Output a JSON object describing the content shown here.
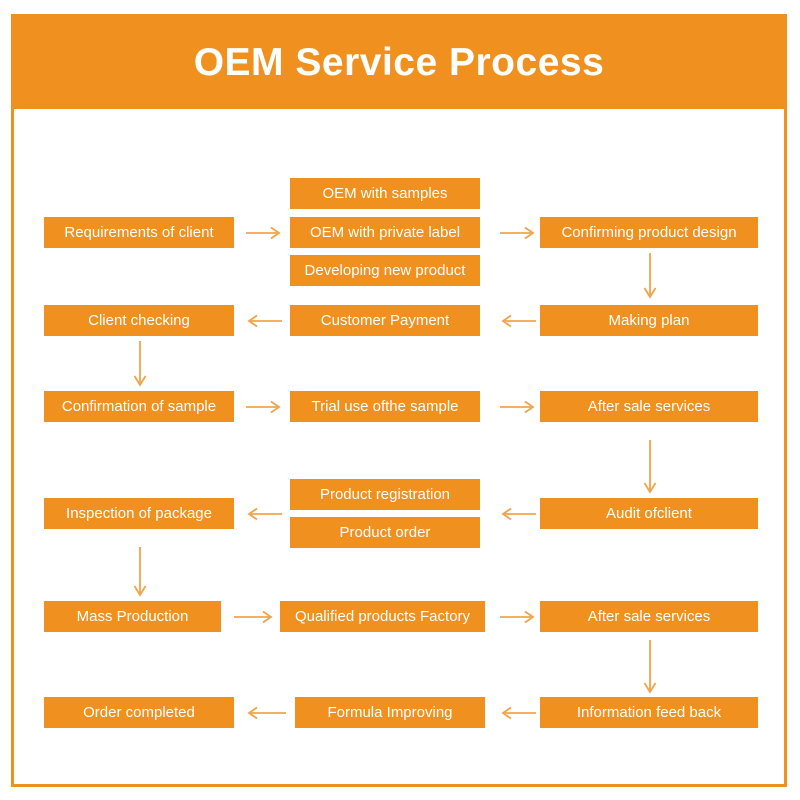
{
  "header": {
    "title": "OEM Service Process"
  },
  "colors": {
    "accent": "#F0911F",
    "arrow": "#F0A44A",
    "box_text": "#FFFFFF",
    "background": "#FFFFFF"
  },
  "flowchart": {
    "type": "process-flow",
    "direction": "serpentine",
    "rows": [
      {
        "row": 1,
        "flow": "left-to-right",
        "nodes": [
          "Requirements of client",
          "OEM with samples",
          "OEM with private label",
          "Developing new product",
          "Confirming product design"
        ]
      },
      {
        "row": 2,
        "flow": "right-to-left",
        "nodes": [
          "Making plan",
          "Customer Payment",
          "Client checking"
        ]
      },
      {
        "row": 3,
        "flow": "left-to-right",
        "nodes": [
          "Confirmation of sample",
          "Trial use ofthe sample",
          "After sale services"
        ]
      },
      {
        "row": 4,
        "flow": "right-to-left",
        "nodes": [
          "Audit ofclient",
          "Product registration",
          "Product order",
          "Inspection of package"
        ]
      },
      {
        "row": 5,
        "flow": "left-to-right",
        "nodes": [
          "Mass Production",
          "Qualified products Factory",
          "After sale services"
        ]
      },
      {
        "row": 6,
        "flow": "right-to-left",
        "nodes": [
          "Information feed back",
          "Formula Improving",
          "Order completed"
        ]
      }
    ]
  },
  "nodes": {
    "requirements_of_client": "Requirements of client",
    "oem_with_samples": "OEM with samples",
    "oem_with_private_label": "OEM with private label",
    "developing_new_product": "Developing new product",
    "confirming_product_design": "Confirming product design",
    "making_plan": "Making plan",
    "customer_payment": "Customer Payment",
    "client_checking": "Client checking",
    "confirmation_of_sample": "Confirmation of sample",
    "trial_use_of_the_sample": "Trial use ofthe sample",
    "after_sale_services_1": "After sale services",
    "audit_of_client": "Audit ofclient",
    "product_registration": "Product registration",
    "product_order": "Product order",
    "inspection_of_package": "Inspection of package",
    "mass_production": "Mass Production",
    "qualified_products_factory": "Qualified products Factory",
    "after_sale_services_2": "After sale services",
    "information_feed_back": "Information feed back",
    "formula_improving": "Formula Improving",
    "order_completed": "Order completed"
  }
}
